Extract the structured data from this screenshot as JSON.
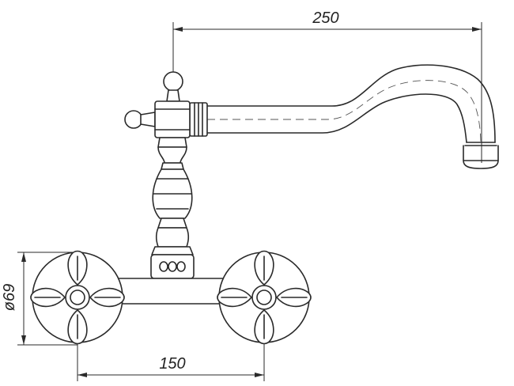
{
  "dimensions": {
    "spout_reach": "250",
    "center_distance": "150",
    "rosette_diameter": "ø69"
  },
  "colors": {
    "line": "#2a2a2a",
    "background": "#ffffff"
  }
}
